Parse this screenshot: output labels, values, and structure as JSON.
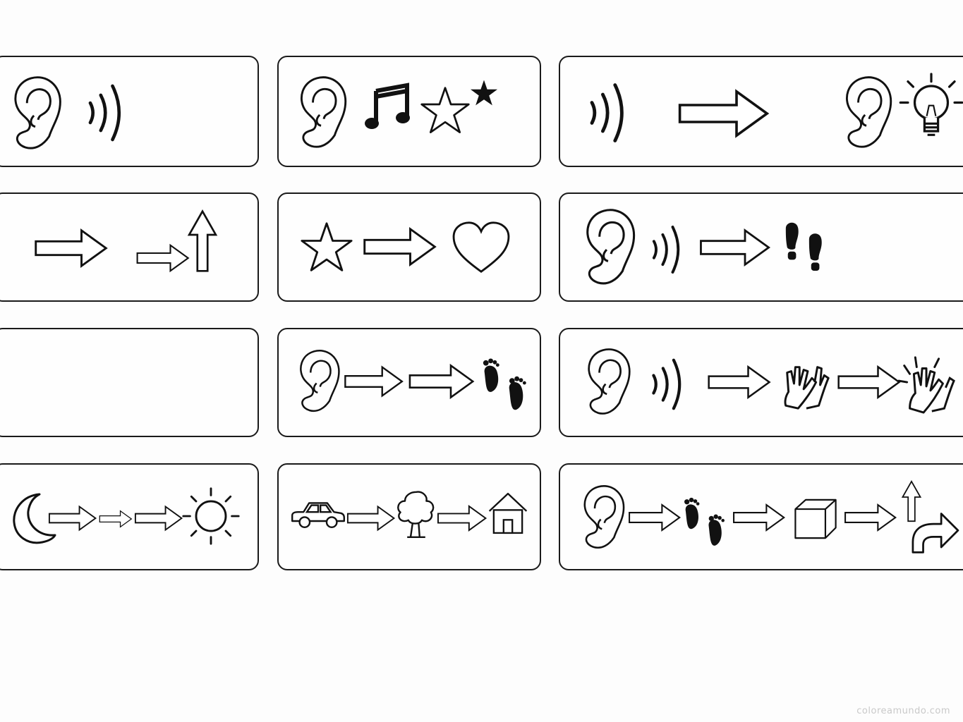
{
  "watermark": "coloreamundo.com",
  "cards": [
    {
      "name": "card-hear-sound",
      "icons": [
        "ear-icon",
        "sound-waves-icon"
      ]
    },
    {
      "name": "card-hear-music-stars",
      "icons": [
        "ear-icon",
        "music-note-icon",
        "star-outline-icon",
        "star-filled-icon"
      ]
    },
    {
      "name": "card-sound-to-ear-idea",
      "icons": [
        "sound-waves-icon",
        "arrow-right-icon",
        "ear-icon",
        "light-bulb-icon"
      ]
    },
    {
      "name": "card-arrows-up",
      "icons": [
        "arrow-right-icon",
        "arrow-right-icon",
        "arrow-up-icon"
      ]
    },
    {
      "name": "card-star-to-heart",
      "icons": [
        "star-outline-icon",
        "arrow-right-icon",
        "heart-icon"
      ]
    },
    {
      "name": "card-hear-sound-walk",
      "icons": [
        "ear-icon",
        "sound-waves-icon",
        "arrow-right-icon",
        "shoe-prints-icon"
      ]
    },
    {
      "name": "card-empty",
      "icons": []
    },
    {
      "name": "card-hear-then-walk",
      "icons": [
        "ear-icon",
        "arrow-right-icon",
        "arrow-right-icon",
        "footprints-icon"
      ]
    },
    {
      "name": "card-hear-sound-clap",
      "icons": [
        "ear-icon",
        "sound-waves-icon",
        "arrow-right-icon",
        "hands-icon",
        "arrow-right-icon",
        "clapping-hands-icon"
      ]
    },
    {
      "name": "card-moon-to-sun",
      "icons": [
        "moon-icon",
        "arrow-right-icon",
        "arrow-right-icon",
        "arrow-right-icon",
        "sun-icon"
      ]
    },
    {
      "name": "card-car-tree-house",
      "icons": [
        "car-icon",
        "arrow-right-icon",
        "tree-icon",
        "arrow-right-icon",
        "house-icon"
      ]
    },
    {
      "name": "card-hear-walk-box-turn",
      "icons": [
        "ear-icon",
        "arrow-right-icon",
        "footprints-icon",
        "arrow-right-icon",
        "box-icon",
        "arrow-right-icon",
        "arrow-up-icon",
        "turn-right-arrow-icon"
      ]
    }
  ]
}
